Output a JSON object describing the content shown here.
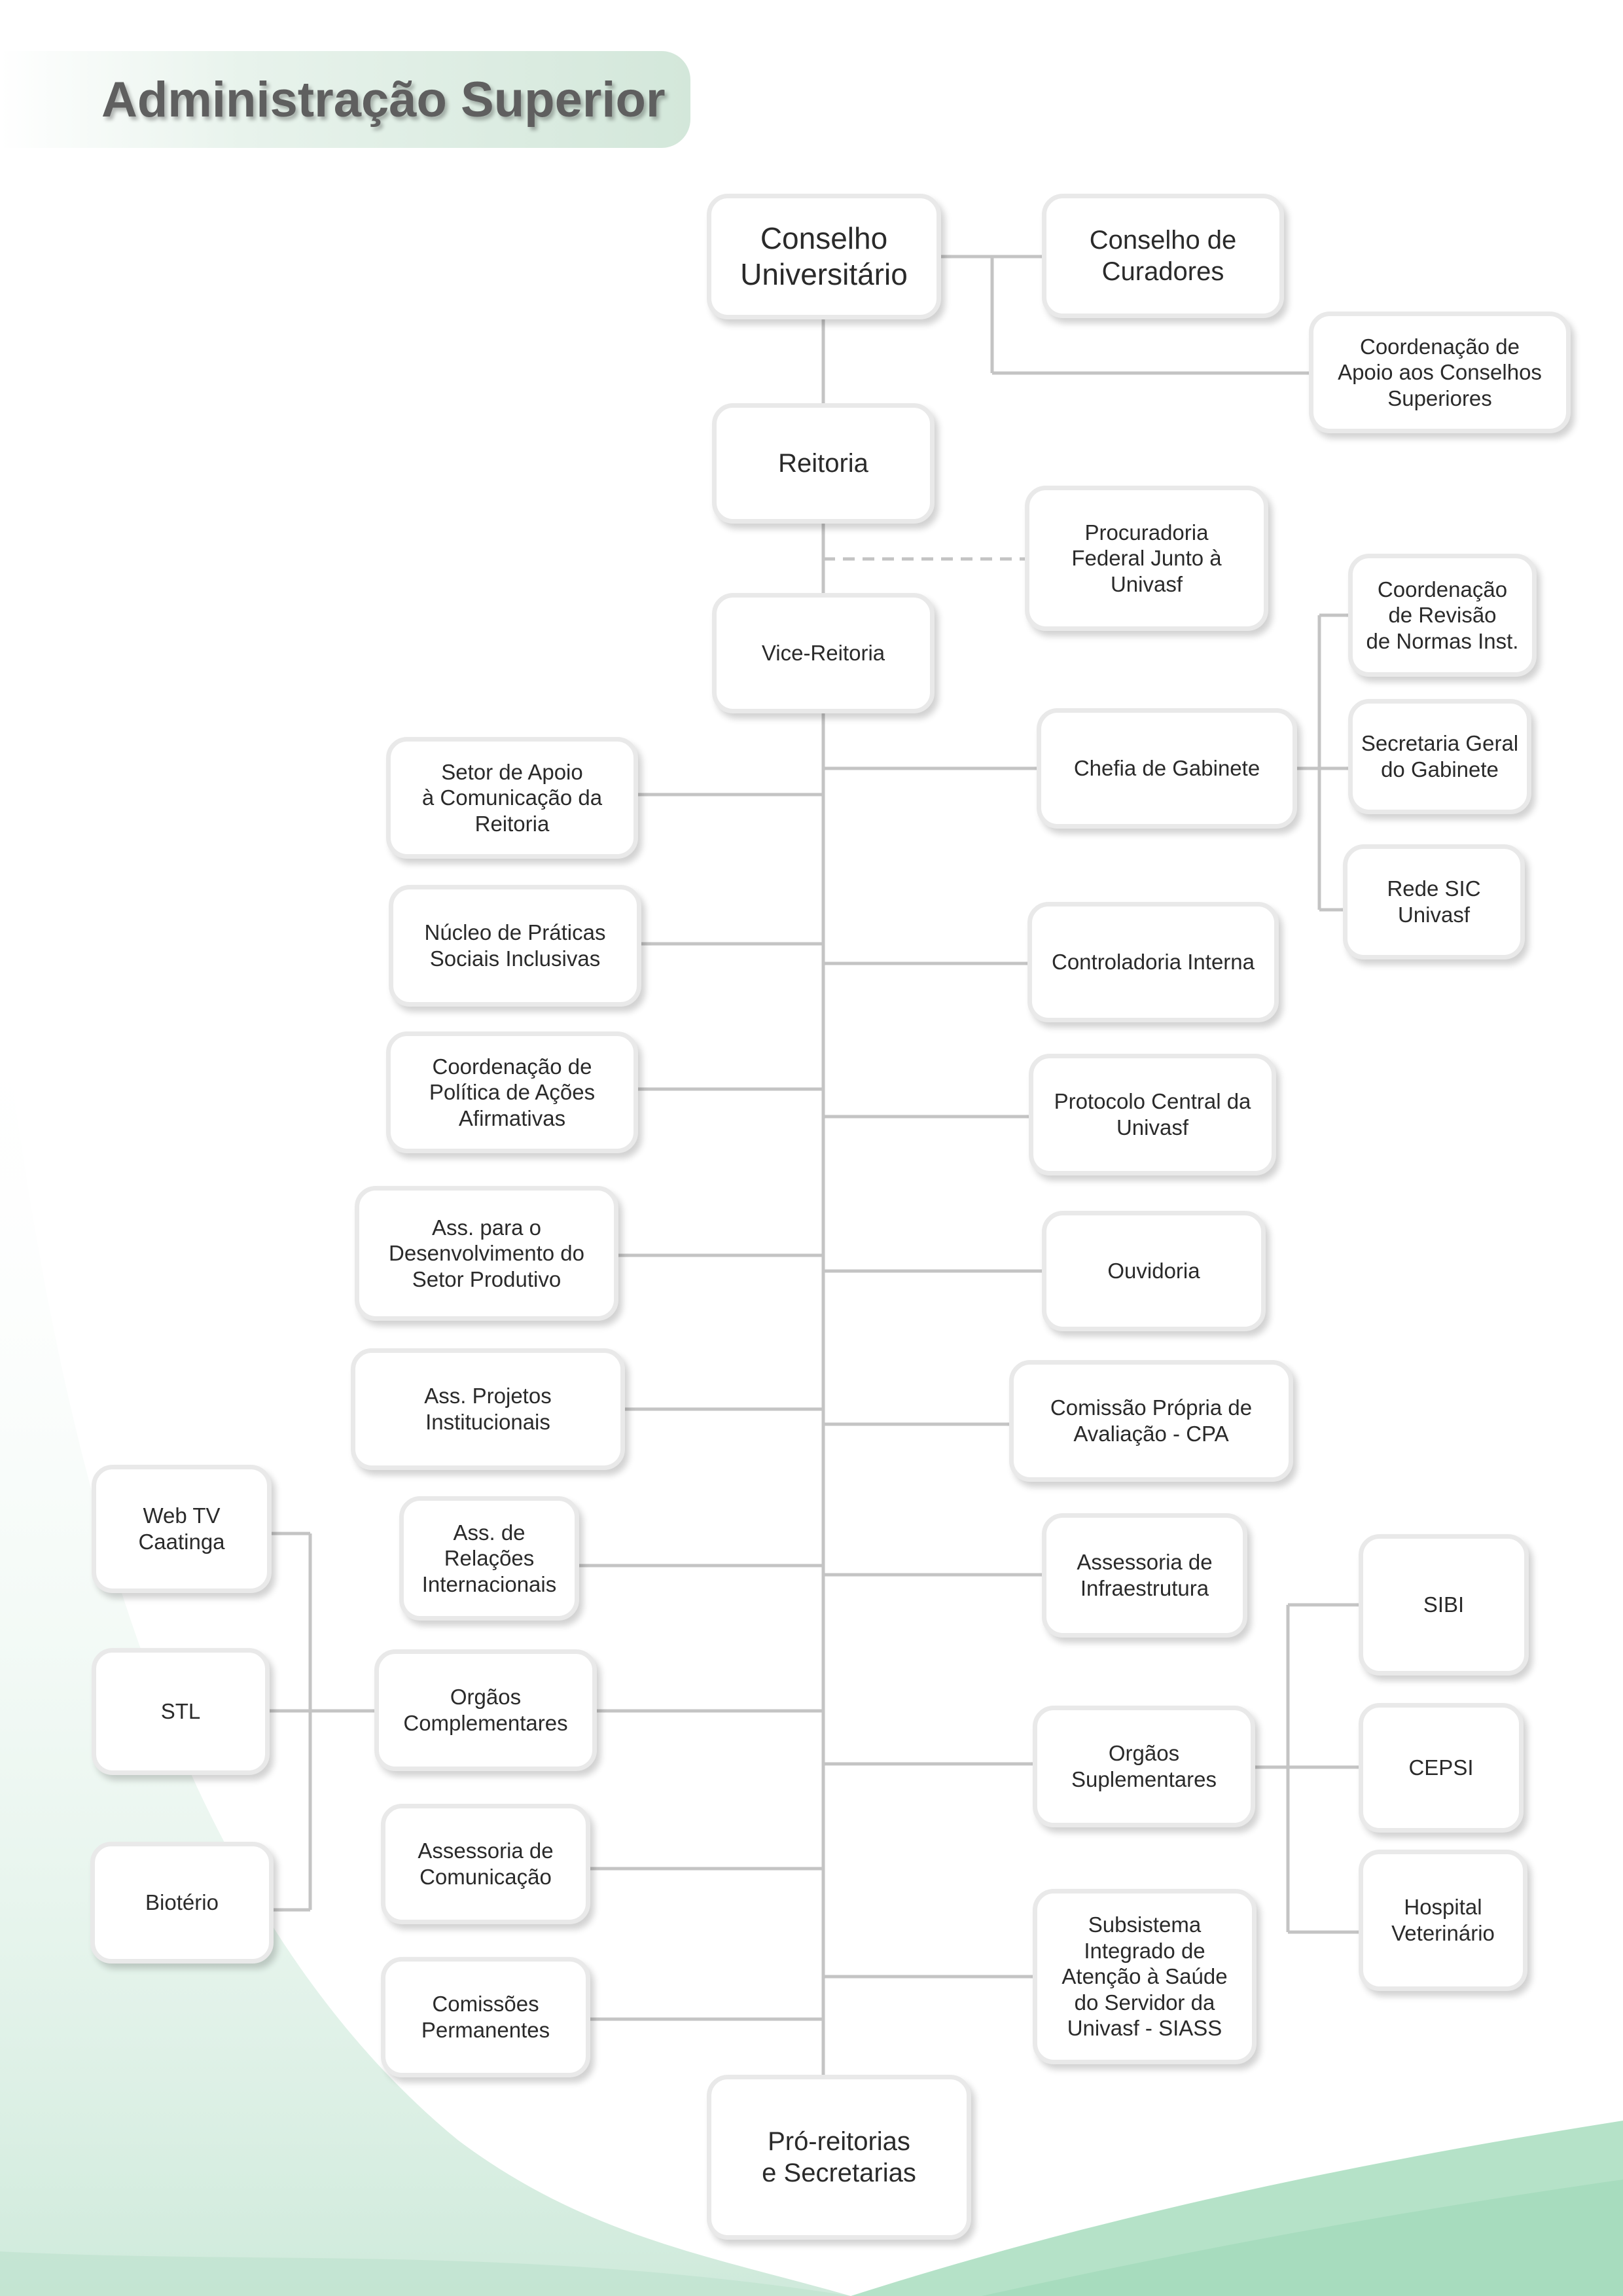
{
  "header": {
    "title": "Administração Superior"
  },
  "nodes": {
    "conselho_universitario": "Conselho\nUniversitário",
    "conselho_curadores": "Conselho de\nCuradores",
    "coord_apoio_conselhos": "Coordenação de\nApoio aos Conselhos\nSuperiores",
    "reitoria": "Reitoria",
    "procuradoria": "Procuradoria\nFederal Junto à\nUnivasf",
    "vice_reitoria": "Vice-Reitoria",
    "coord_revisao_normas": "Coordenação\nde Revisão\nde Normas Inst.",
    "chefia_gabinete": "Chefia de Gabinete",
    "secretaria_geral_gabinete": "Secretaria Geral\ndo Gabinete",
    "rede_sic": "Rede SIC\nUnivasf",
    "setor_apoio_comunicacao": "Setor de Apoio\nà Comunicação da\nReitoria",
    "nucleo_praticas": "Núcleo de Práticas\nSociais Inclusivas",
    "controladoria": "Controladoria Interna",
    "coord_acoes_afirmativas": "Coordenação de\nPolítica de Ações\nAfirmativas",
    "protocolo_central": "Protocolo Central da\nUnivasf",
    "ass_setor_produtivo": "Ass. para o\nDesenvolvimento do\nSetor Produtivo",
    "ouvidoria": "Ouvidoria",
    "ass_projetos": "Ass. Projetos\nInstitucionais",
    "cpa": "Comissão Própria de\nAvaliação - CPA",
    "web_tv": "Web TV\nCaatinga",
    "ass_relacoes_internacionais": "Ass. de\nRelações\nInternacionais",
    "assessoria_infraestrutura": "Assessoria de\nInfraestrutura",
    "sibi": "SIBI",
    "stl": "STL",
    "orgaos_complementares": "Orgãos\nComplementares",
    "orgaos_suplementares": "Orgãos\nSuplementares",
    "cepsi": "CEPSI",
    "bioterio": "Biotério",
    "assessoria_comunicacao": "Assessoria de\nComunicação",
    "hospital_veterinario": "Hospital\nVeterinário",
    "siass": "Subsistema\nIntegrado de\nAtenção à Saúde\ndo Servidor da\nUnivasf - SIASS",
    "comissoes_permanentes": "Comissões\nPermanentes",
    "pro_reitorias": "Pró-reitorias\ne Secretarias"
  }
}
